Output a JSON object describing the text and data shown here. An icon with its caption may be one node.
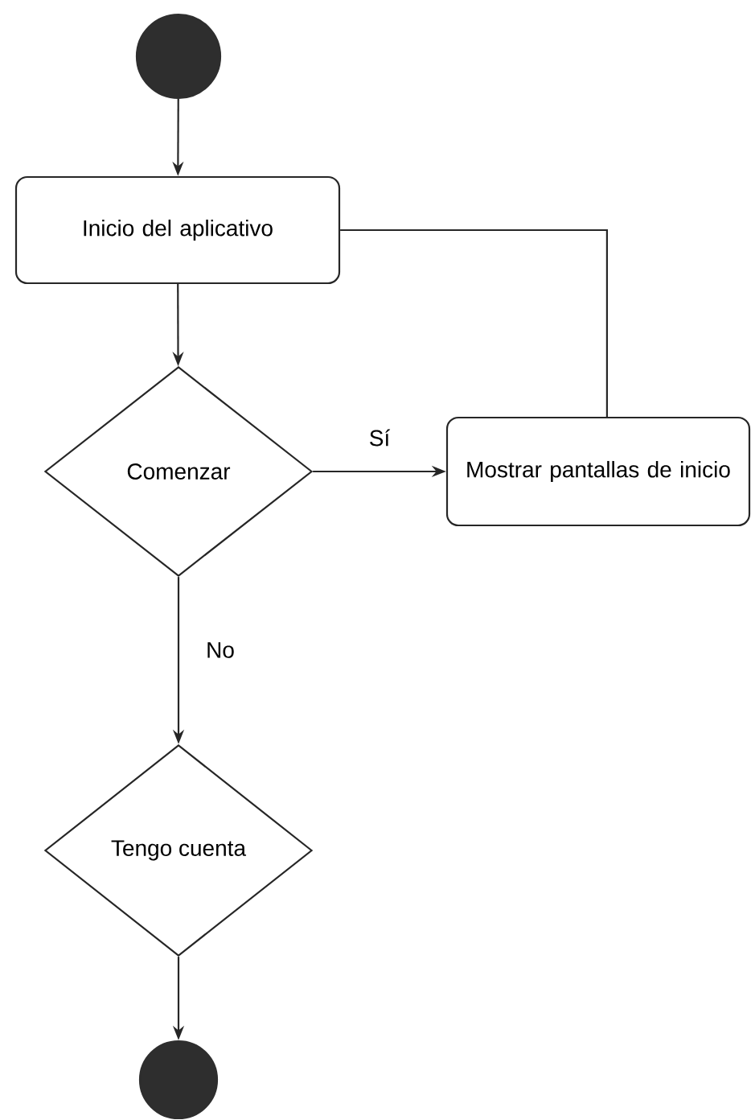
{
  "diagram": {
    "nodes": [
      {
        "text": [],
        "shape": "circle"
      },
      {
        "text": [
          "Inicio del aplicativo"
        ]
      },
      {
        "text": [
          "Comenzar"
        ]
      },
      {
        "text": [
          "Mostrar pantallas de inicio"
        ]
      },
      {
        "text": [
          "Tengo cuenta"
        ]
      },
      {
        "text": [],
        "shape": "circle"
      }
    ],
    "edges": [
      {
        "from": 0,
        "to": 1,
        "arrow": "to"
      },
      {
        "from": 1,
        "to": 2,
        "arrow": "to"
      },
      {
        "from": 2,
        "to": 3,
        "arrow": "to",
        "label": "Sí"
      },
      {
        "from": 3,
        "to": 1,
        "arrow": "none"
      },
      {
        "from": 2,
        "to": 4,
        "arrow": "to",
        "label": "No"
      },
      {
        "from": 4,
        "to": 5,
        "arrow": "to"
      }
    ]
  }
}
